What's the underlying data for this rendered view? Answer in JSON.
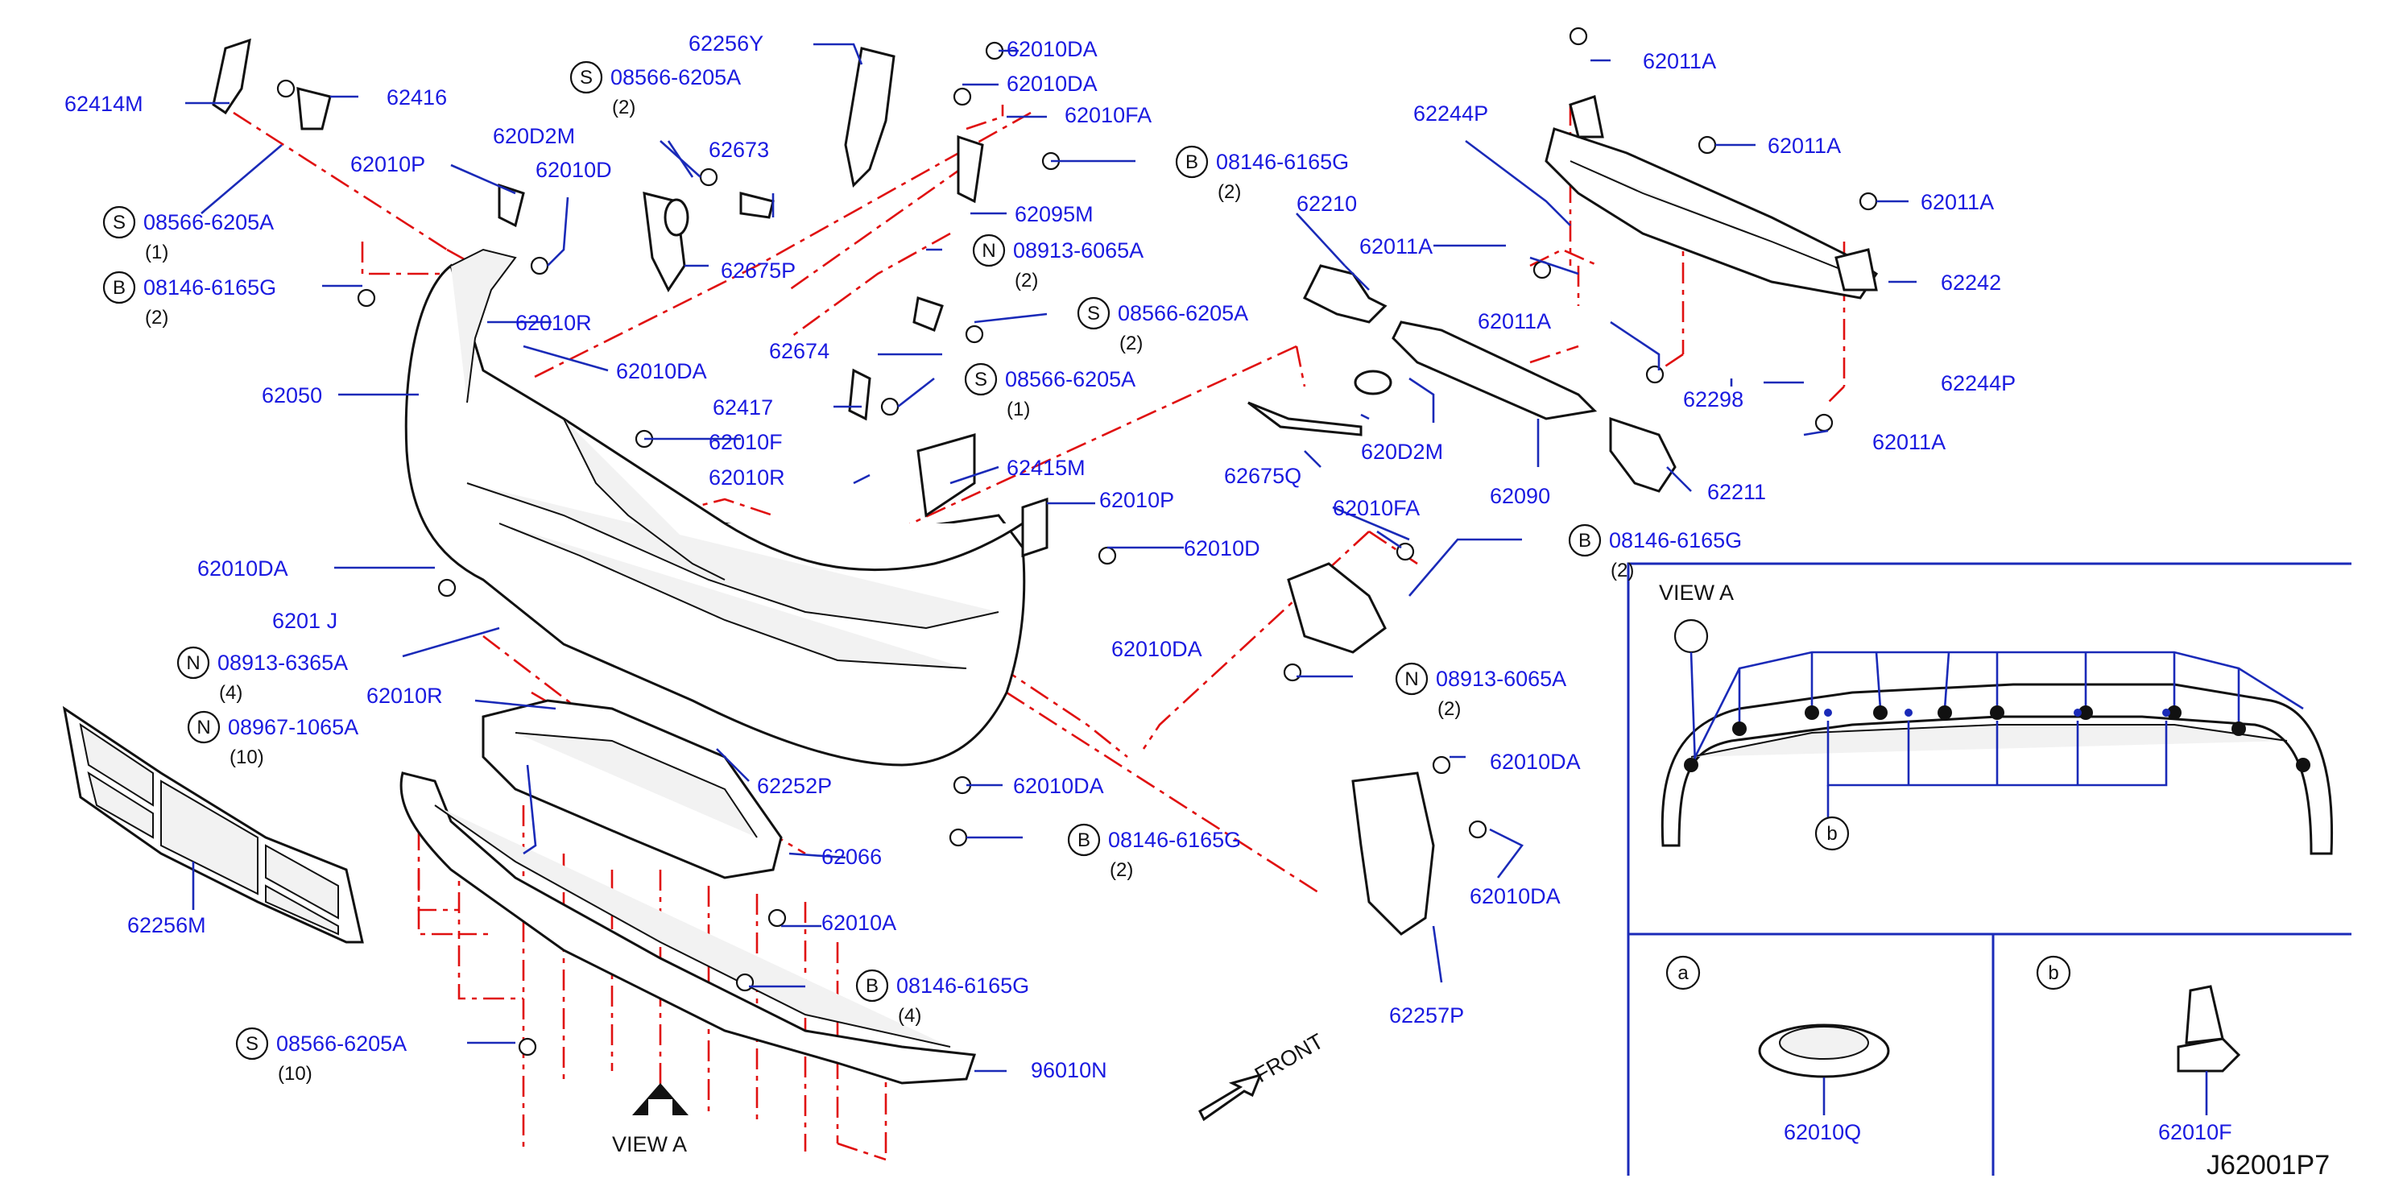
{
  "diagram": {
    "code": "J62001P7",
    "direction_label": "FRONT",
    "view_label": "VIEW A",
    "inset_title": "VIEW A",
    "inset_callout": "b",
    "detail_a": {
      "letter": "a",
      "part": "62010Q"
    },
    "detail_b": {
      "letter": "b",
      "part": "62010F"
    },
    "labels": [
      {
        "id": "l1",
        "text": "62414M"
      },
      {
        "id": "l2",
        "text": "62416"
      },
      {
        "id": "l3",
        "text": "08566-6205A",
        "prefix": "S",
        "qty": "(1)"
      },
      {
        "id": "l4",
        "text": "08146-6165G",
        "prefix": "B",
        "qty": "(2)"
      },
      {
        "id": "l5",
        "text": "62010P"
      },
      {
        "id": "l6",
        "text": "62010D"
      },
      {
        "id": "l7",
        "text": "62010R"
      },
      {
        "id": "l8",
        "text": "62010DA"
      },
      {
        "id": "l9",
        "text": "62050"
      },
      {
        "id": "l10",
        "text": "08566-6205A",
        "prefix": "S",
        "qty": "(2)"
      },
      {
        "id": "l11",
        "text": "620D2M"
      },
      {
        "id": "l12",
        "text": "62673"
      },
      {
        "id": "l13",
        "text": "62675P"
      },
      {
        "id": "l14",
        "text": "62256Y"
      },
      {
        "id": "l15",
        "text": "62010DA"
      },
      {
        "id": "l16",
        "text": "62010DA"
      },
      {
        "id": "l17",
        "text": "62010FA"
      },
      {
        "id": "l18",
        "text": "08146-6165G",
        "prefix": "B",
        "qty": "(2)"
      },
      {
        "id": "l19",
        "text": "62095M"
      },
      {
        "id": "l20",
        "text": "08913-6065A",
        "prefix": "N",
        "qty": "(2)"
      },
      {
        "id": "l21",
        "text": "08566-6205A",
        "prefix": "S",
        "qty": "(2)"
      },
      {
        "id": "l22",
        "text": "62674"
      },
      {
        "id": "l23",
        "text": "08566-6205A",
        "prefix": "S",
        "qty": "(1)"
      },
      {
        "id": "l24",
        "text": "62417"
      },
      {
        "id": "l25",
        "text": "62010F"
      },
      {
        "id": "l26",
        "text": "62010R"
      },
      {
        "id": "l27",
        "text": "62415M"
      },
      {
        "id": "l28",
        "text": "62010P"
      },
      {
        "id": "l29",
        "text": "62010D"
      },
      {
        "id": "l30",
        "text": "62010DA"
      },
      {
        "id": "l31",
        "text": "08913-6365A",
        "prefix": "N",
        "qty": "(4)"
      },
      {
        "id": "l32",
        "text": "08967-1065A",
        "prefix": "N",
        "qty": "(10)"
      },
      {
        "id": "l33",
        "text": "62010R"
      },
      {
        "id": "l34",
        "text": "62252P"
      },
      {
        "id": "l35",
        "text": "62256M"
      },
      {
        "id": "l36",
        "text": "62066"
      },
      {
        "id": "l37",
        "text": "62010A"
      },
      {
        "id": "l38",
        "text": "08146-6165G",
        "prefix": "B",
        "qty": "(4)"
      },
      {
        "id": "l39",
        "text": "08566-6205A",
        "prefix": "S",
        "qty": "(10)"
      },
      {
        "id": "l40",
        "text": "96010N"
      },
      {
        "id": "l41",
        "text": "62010DA"
      },
      {
        "id": "l42",
        "text": "08146-6165G",
        "prefix": "B",
        "qty": "(2)"
      },
      {
        "id": "l43",
        "text": "62010DA"
      },
      {
        "id": "l44",
        "text": "62010FA"
      },
      {
        "id": "l45",
        "text": "08146-6165G",
        "prefix": "B",
        "qty": "(2)"
      },
      {
        "id": "l46",
        "text": "08913-6065A",
        "prefix": "N",
        "qty": "(2)"
      },
      {
        "id": "l47",
        "text": "62010DA"
      },
      {
        "id": "l48",
        "text": "62010DA"
      },
      {
        "id": "l49",
        "text": "62257P"
      },
      {
        "id": "l50",
        "text": "62210"
      },
      {
        "id": "l51",
        "text": "62011A"
      },
      {
        "id": "l52",
        "text": "62675Q"
      },
      {
        "id": "l53",
        "text": "620D2M"
      },
      {
        "id": "l54",
        "text": "62090"
      },
      {
        "id": "l55",
        "text": "62211"
      },
      {
        "id": "l56",
        "text": "62244P"
      },
      {
        "id": "l57",
        "text": "62011A"
      },
      {
        "id": "l58",
        "text": "62011A"
      },
      {
        "id": "l59",
        "text": "62011A"
      },
      {
        "id": "l60",
        "text": "62242"
      },
      {
        "id": "l61",
        "text": "62011A"
      },
      {
        "id": "l62",
        "text": "62298"
      },
      {
        "id": "l63",
        "text": "62244P"
      },
      {
        "id": "l64",
        "text": "62011A"
      },
      {
        "id": "l65",
        "text": "6201 J"
      }
    ]
  }
}
